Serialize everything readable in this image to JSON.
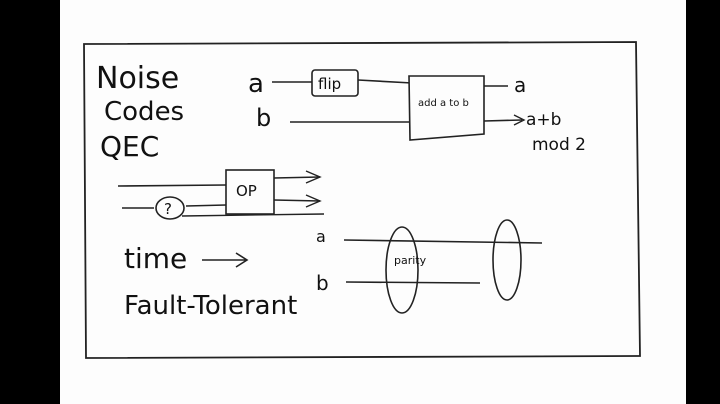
{
  "board": {
    "topics": [
      "Noise",
      "Codes",
      "QEC"
    ],
    "gate_flip": "flip",
    "gate_add": "add a to b",
    "gate_op": "OP",
    "unknown_mark": "?",
    "wire_a_label": "a",
    "wire_b_label": "b",
    "out_a": "a",
    "out_sum": "a+b",
    "out_mod": "mod 2",
    "time_label": "time",
    "fault_label": "Fault-Tolerant",
    "parity_label": "parity",
    "line_a_label": "a",
    "line_b_label": "b"
  }
}
